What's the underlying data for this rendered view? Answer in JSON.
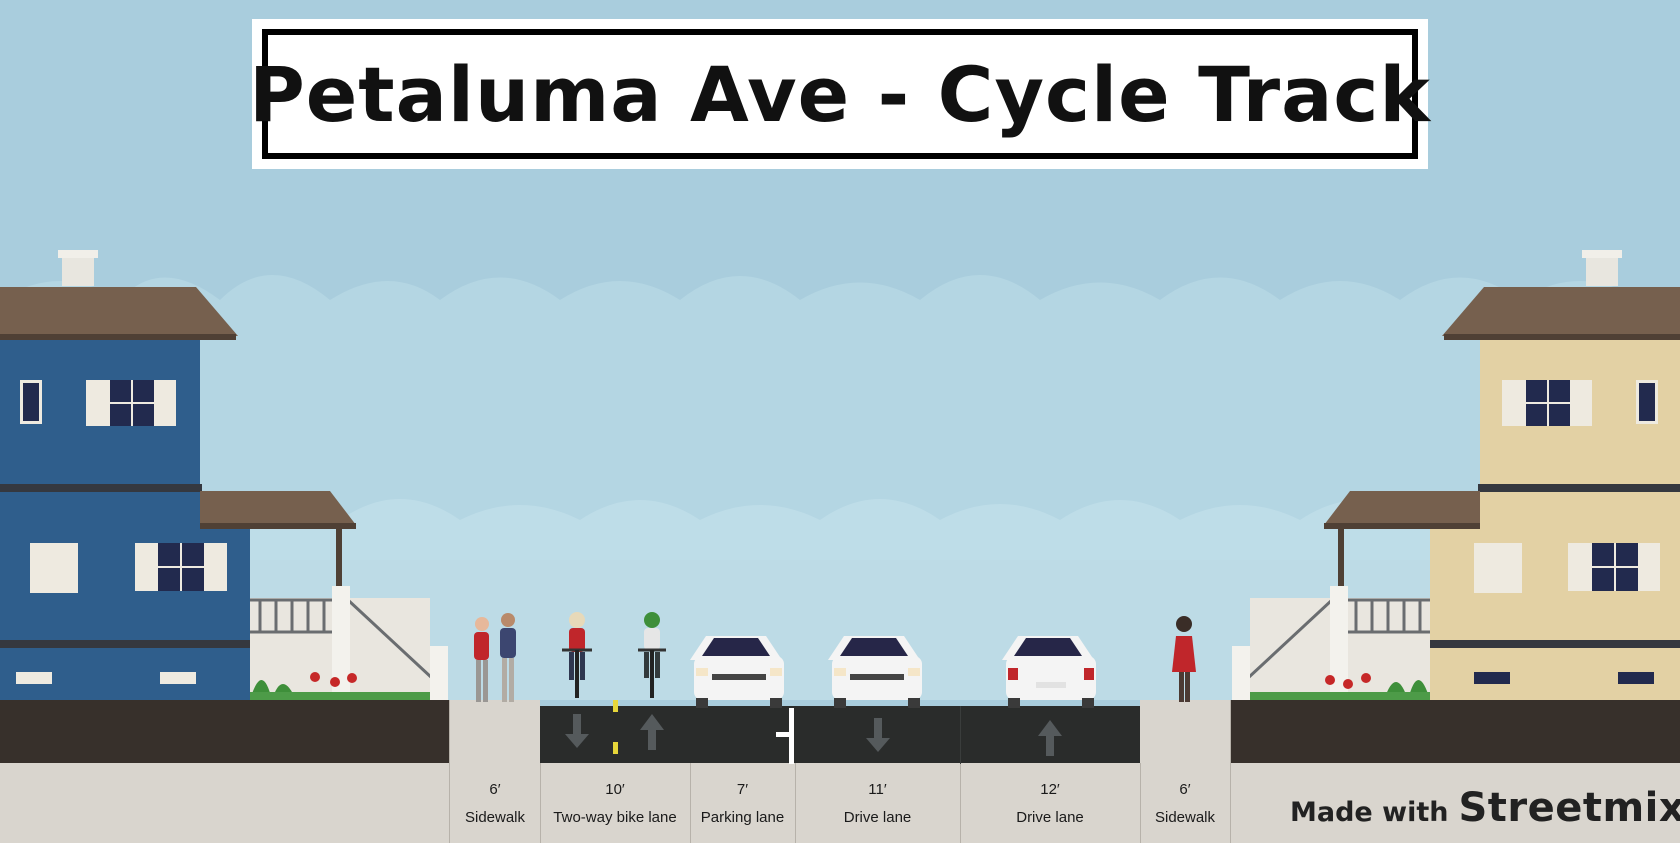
{
  "title": "Petaluma Ave - Cycle Track",
  "segments": [
    {
      "width": "6′",
      "name": "Sidewalk"
    },
    {
      "width": "10′",
      "name": "Two-way bike lane"
    },
    {
      "width": "7′",
      "name": "Parking lane"
    },
    {
      "width": "11′",
      "name": "Drive lane"
    },
    {
      "width": "12′",
      "name": "Drive lane"
    },
    {
      "width": "6′",
      "name": "Sidewalk"
    }
  ],
  "credit": {
    "made_with": "Made with",
    "brand": "Streetmix"
  },
  "colors": {
    "sky": "#a9cddd",
    "asphalt": "#2a2c2b",
    "sidewalk": "#d9d5ce",
    "curb_dark": "#37302b",
    "house_left": "#2f5e8c",
    "house_right": "#e3d1a4",
    "roof": "#76604e"
  }
}
